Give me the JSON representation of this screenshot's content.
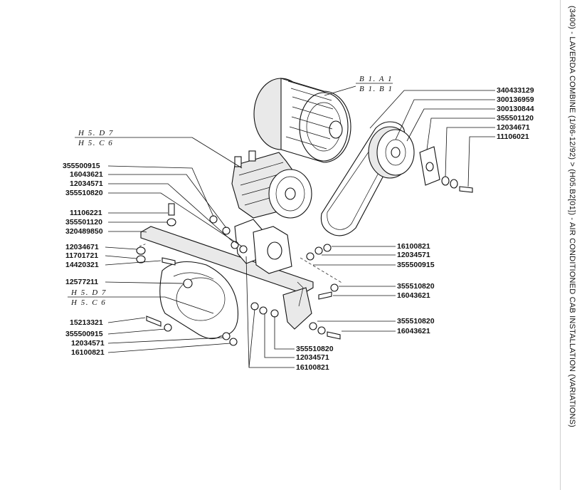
{
  "title": "(3400) - LAVERDA COMBINE (1/86-12/92) > (H05.B2[01]) - AIR CONDITIONED CAB INSTALLATION (VARIATIONS)",
  "refs": {
    "b1_top": "B 1. A 1",
    "b1_bottom": "B 1. B 1",
    "h5a_top": "H 5. D 7",
    "h5a_bottom": "H 5. C 6",
    "h5b_top": "H 5. D 7",
    "h5b_bottom": "H 5. C 6"
  },
  "parts_right_top": [
    "340433129",
    "300136959",
    "300130844",
    "355501120",
    "12034671",
    "11106021"
  ],
  "parts_left_top": [
    "355500915",
    "16043621",
    "12034571",
    "355510820"
  ],
  "parts_left_mid": [
    "11106221",
    "355501120",
    "320489850"
  ],
  "parts_left_low": [
    "12034671",
    "11701721",
    "14420321"
  ],
  "parts_left_12577211": "12577211",
  "parts_left_bottom": [
    "15213321",
    "355500915",
    "12034571",
    "16100821"
  ],
  "parts_right_mid": [
    "16100821",
    "12034571",
    "355500915"
  ],
  "parts_right_low": [
    "355510820",
    "16043621"
  ],
  "parts_right_bottom": [
    "355510820",
    "16043621"
  ],
  "parts_bottom_center": [
    "355510820",
    "12034571",
    "16100821"
  ]
}
